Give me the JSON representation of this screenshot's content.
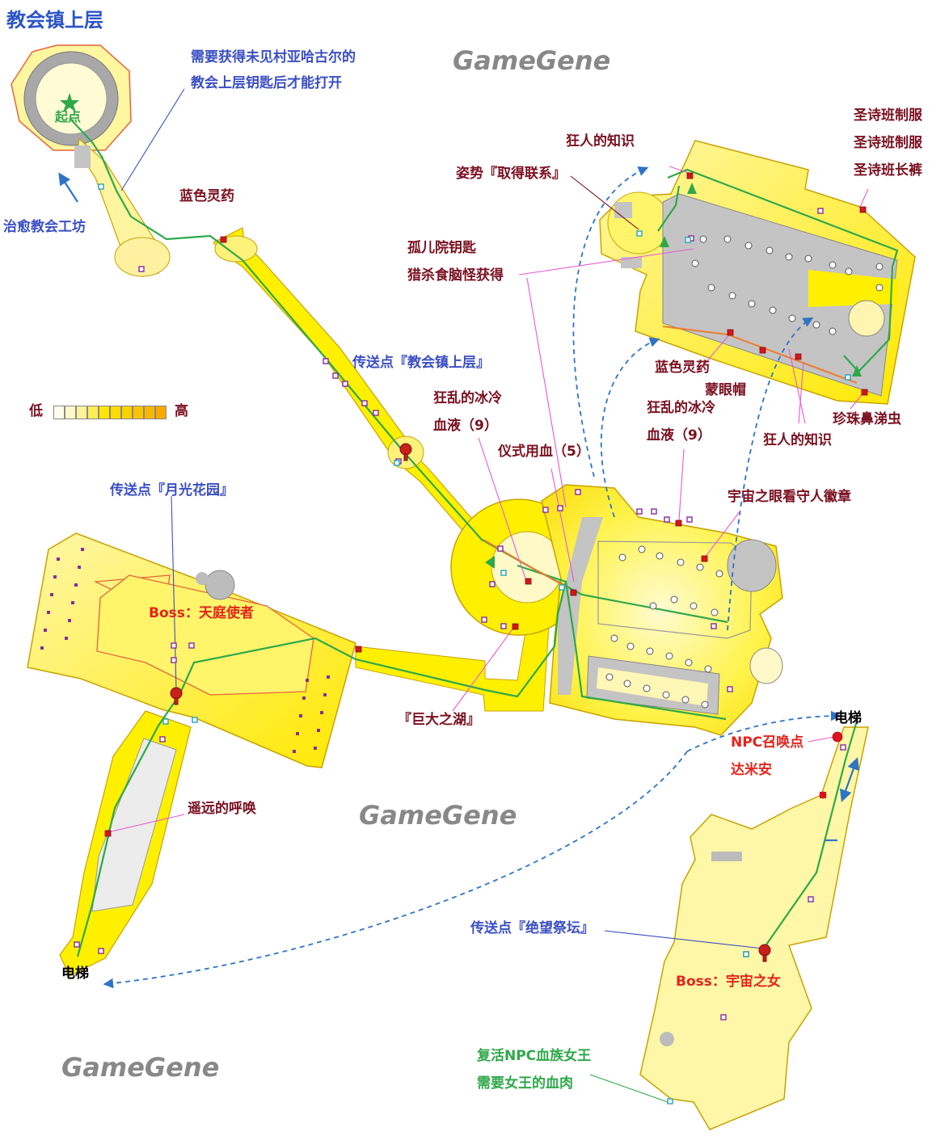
{
  "map": {
    "title": "教会镇上层",
    "watermark": "GameGene",
    "legend": {
      "low": "低",
      "high": "高",
      "gradient": [
        "#fffdea",
        "#fff8c8",
        "#fff29a",
        "#ffee55",
        "#ffe600",
        "#fddc00",
        "#fcd000",
        "#fcc400",
        "#f9b800",
        "#f8aa00"
      ]
    },
    "colors": {
      "floor_outline": "#d2a300",
      "route": "#2fa84a",
      "alt_route": "#f07c2c",
      "wall_gray": "#c4c4c4",
      "connector": "#2e74c6",
      "leader_pink": "#e85ad4"
    },
    "labels": {
      "start": "起点",
      "key_note_1": "需要获得未见村亚哈古尔的",
      "key_note_2": "教会上层钥匙后才能打开",
      "workshop": "治愈教会工坊",
      "blue_elixir_1": "蓝色灵药",
      "madman_1": "狂人的知识",
      "gesture": "姿势『取得联系』",
      "choir_attire": "圣诗班制服",
      "choir_attire_2": "圣诗班制服",
      "choir_trousers": "圣诗班长裤",
      "orphanage_key": "孤儿院钥匙",
      "brainsucker": "猎杀食脑怪获得",
      "lamp_church": "传送点『教会镇上层』",
      "frenzied_blood_1a": "狂乱的冰冷",
      "frenzied_blood_1b": "血液（9）",
      "ritual_blood": "仪式用血（5）",
      "blue_elixir_2": "蓝色灵药",
      "blindfold_cap": "蒙眼帽",
      "frenzied_blood_2a": "狂乱的冰冷",
      "frenzied_blood_2b": "血液（9）",
      "pearl_slug": "珍珠鼻涕虫",
      "madman_2": "狂人的知识",
      "cosmic_eye_badge": "宇宙之眼看守人徽章",
      "lamp_moonlight": "传送点『月光花园』",
      "boss_celestial": "Boss：天庭使者",
      "great_lake": "『巨大之湖』",
      "elevator_top": "电梯",
      "npc_summon_1": "NPC召唤点",
      "npc_summon_2": "达米安",
      "distant_call": "遥远的呼唤",
      "lamp_altar": "传送点『绝望祭坛』",
      "boss_cosmos": "Boss：宇宙之女",
      "elevator_bottom": "电梯",
      "revive_1": "复活NPC血族女王",
      "revive_2": "需要女王的血肉"
    }
  }
}
